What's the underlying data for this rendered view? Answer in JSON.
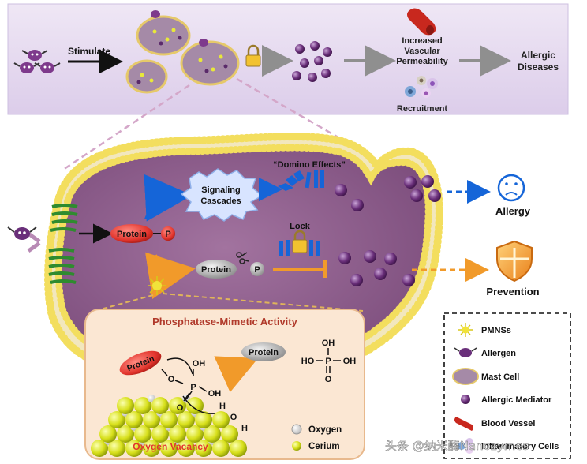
{
  "top": {
    "stimulate": "Stimulate",
    "vascular_lines": [
      "Increased",
      "Vascular",
      "Permeability"
    ],
    "recruitment": "Recruitment",
    "allergic_lines": [
      "Allergic",
      "Diseases"
    ]
  },
  "cell": {
    "domino": "“Domino Effects”",
    "signaling_lines": [
      "Signaling",
      "Cascades"
    ],
    "protein_p": "Protein",
    "p": "P",
    "lock": "Lock",
    "protein_cut": "Protein",
    "p2": "P",
    "allergy": "Allergy",
    "prevention": "Prevention"
  },
  "inset": {
    "title": "Phosphatase-Mimetic Activity",
    "protein_pill": "Protein",
    "protein_out": "Protein",
    "oh": "OH",
    "o": "O",
    "p": "P",
    "h": "H",
    "phosphate": {
      "oh_top": "OH",
      "ho": "HO",
      "p": "P",
      "oh_right": "OH",
      "o": "O"
    },
    "vacancy": "Oxygen Vacancy",
    "oxygen": "Oxygen",
    "cerium": "Cerium"
  },
  "legend": {
    "items": [
      "PMNSs",
      "Allergen",
      "Mast Cell",
      "Allergic Mediator",
      "Blood Vessel",
      "Inflammatory Cells"
    ]
  },
  "watermark": "头条 @纳米酶Nanozymes",
  "colors": {
    "top_panel": "#e6dcef",
    "cell_fill": "#8e5f8c",
    "membrane_bead": "#f3de5e",
    "mediator": "#6a2f7a",
    "blue_arrow": "#1565d8",
    "orange_arrow": "#f19a2a",
    "protein_red": "#e2352d",
    "inset_bg": "#fbe7d3",
    "inset_title": "#b0392a",
    "cerium": "#d8e01c"
  }
}
